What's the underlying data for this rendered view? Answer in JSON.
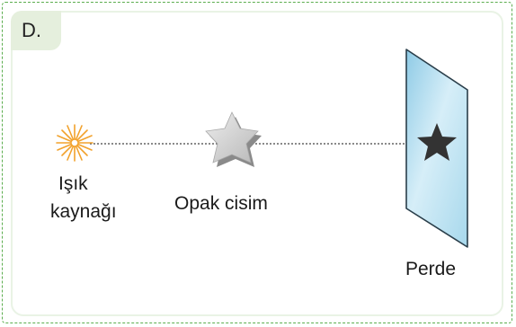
{
  "panel": {
    "label": "D."
  },
  "labels": {
    "light_source_line1": "Işık",
    "light_source_line2": "kaynağı",
    "opaque_object": "Opak cisim",
    "screen": "Perde"
  },
  "colors": {
    "frame_border": "#5cae4f",
    "badge_bg": "#e5efdd",
    "sun": "#f2a22c",
    "screen_fill": "#bfe3f2",
    "screen_edge": "#2a3e4a",
    "shadow_star": "#333333",
    "object_star": "#c9c9c9"
  },
  "icons": {
    "light_source": "sun-rays-icon",
    "opaque_object": "3d-star-icon",
    "shadow": "star-shadow-icon"
  }
}
